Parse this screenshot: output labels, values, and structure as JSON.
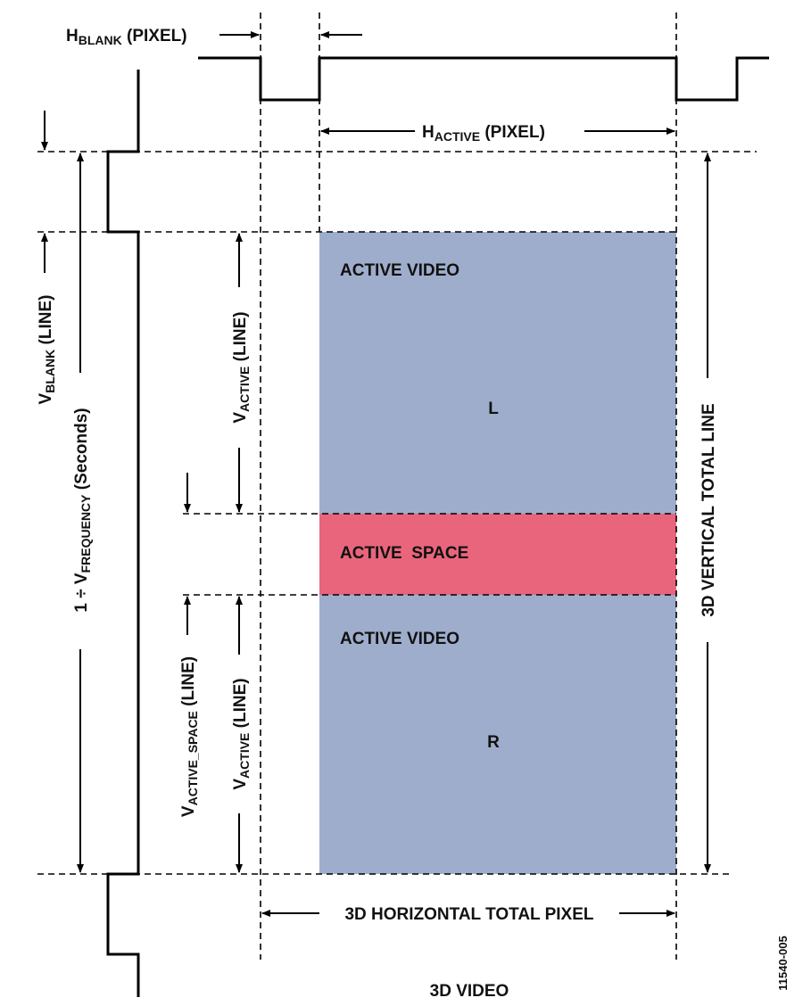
{
  "colors": {
    "active_video": "#9EADCB",
    "active_space": "#E9657C"
  },
  "labels": {
    "h_blank": {
      "main": "H",
      "sub": "BLANK",
      "rest": " (PIXEL)"
    },
    "h_active": {
      "main": "H",
      "sub": "ACTIVE",
      "rest": " (PIXEL)"
    },
    "v_blank": {
      "main": "V",
      "sub": "BLANK",
      "rest": " (LINE)"
    },
    "v_frequency": {
      "prefix": "1 ÷ V",
      "sub": "FREQUENCY",
      "rest": " (Seconds)"
    },
    "v_active_top": {
      "main": "V",
      "sub": "ACTIVE",
      "rest": " (LINE)"
    },
    "v_active_space": {
      "main": "V",
      "sub": "ACTIVE_SPACE",
      "rest": " (LINE)"
    },
    "v_active_bottom": {
      "main": "V",
      "sub": "ACTIVE",
      "rest": " (LINE)"
    },
    "vertical_total": "3D VERTICAL TOTAL LINE",
    "horizontal_total": "3D HORIZONTAL TOTAL PIXEL"
  },
  "regions": {
    "active_video_top": {
      "title": "ACTIVE VIDEO",
      "eye": "L"
    },
    "active_space": {
      "title": "ACTIVE  SPACE"
    },
    "active_video_bottom": {
      "title": "ACTIVE VIDEO",
      "eye": "R"
    }
  },
  "caption": "3D VIDEO",
  "figure_id": "11540-005"
}
